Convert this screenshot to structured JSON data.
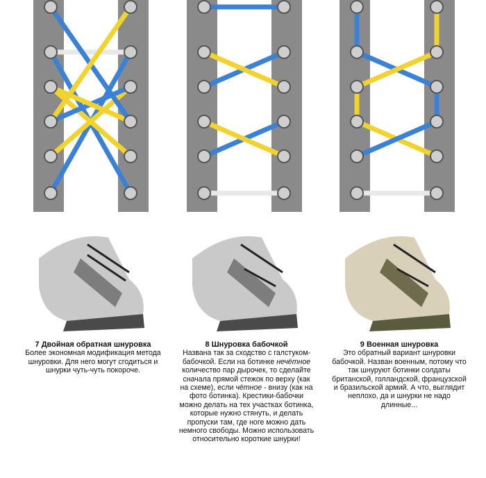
{
  "columns": [
    {
      "number": "7",
      "title": "Двойная обратная шнуровка",
      "text": "Более экономная модификация метода шнуровки. Для него могут сгодиться и шнурки чуть-чуть покороче."
    },
    {
      "number": "8",
      "title": "Шнуровка бабочкой",
      "text_parts": [
        "Названа так за сходство с галстуком-бабочкой. Если на ботинке ",
        "нечётное",
        " количество пар дырочек, то сделайте сначала прямой стежок по верху (как на схеме), если ",
        "чётное",
        " - внизу (как на фото ботинка). Крестики-бабочки можно делать на тех участках ботинка, которые нужно стянуть, и делать пропуски там, где ноге можно дать немного свободы. Можно использовать относительно короткие шнурки!"
      ]
    },
    {
      "number": "9",
      "title": "Военная шнуровка",
      "text": "Это обратный вариант шнуровки бабочкой. Назван военным, потому что так шнуруют ботинки солдаты британской, голландской, французской и бразильской армий. А что, выглядит неплохо, да и шнурки не надо длинные..."
    }
  ],
  "colors": {
    "shoe_strip": "#8a8a8a",
    "eyelet": "#cfcfcf",
    "blue_lace": "#3b82d6",
    "yellow_lace": "#f2d22e",
    "white_lace": "#e8e8e8",
    "background": "#ffffff"
  },
  "icons": [
    "lace-diagram-7",
    "lace-diagram-8",
    "lace-diagram-9",
    "sneaker-photo-grey",
    "sneaker-photo-grey",
    "sneaker-photo-beige"
  ]
}
